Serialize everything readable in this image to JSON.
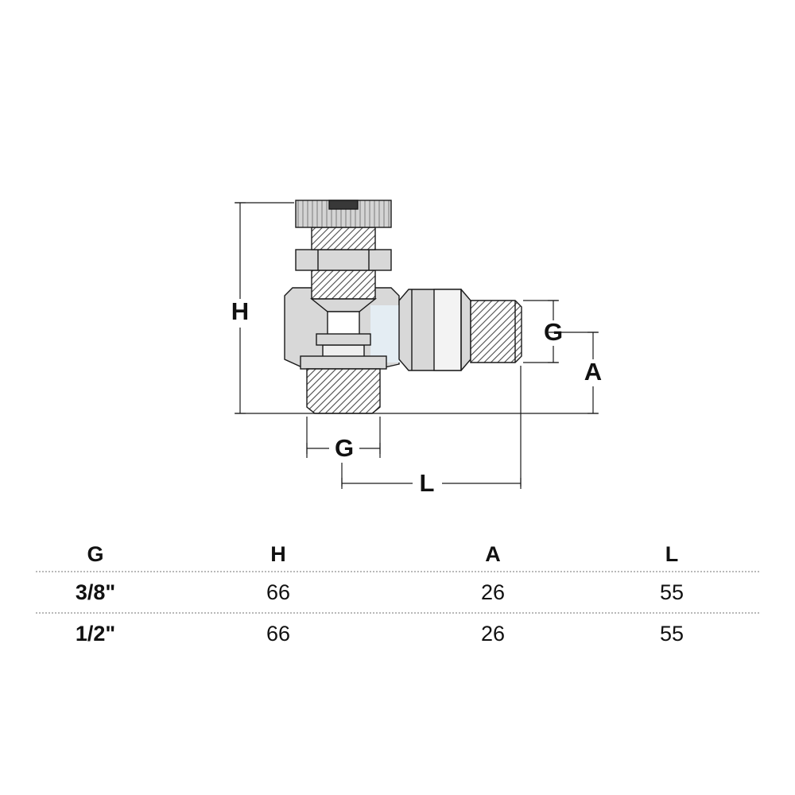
{
  "diagram": {
    "dim_h": "H",
    "dim_g_bottom": "G",
    "dim_g_right": "G",
    "dim_a": "A",
    "dim_l": "L"
  },
  "table": {
    "headers": [
      "G",
      "H",
      "A",
      "L"
    ],
    "rows": [
      [
        "3/8\"",
        "66",
        "26",
        "55"
      ],
      [
        "1/2\"",
        "66",
        "26",
        "55"
      ]
    ]
  },
  "colors": {
    "outline": "#1a1a1a",
    "body_fill": "#d8d8d8",
    "thread_fill": "#ffffff",
    "bore_fill": "#e4edf3",
    "insert_fill": "#383838",
    "table_rule": "#b9b9b9"
  }
}
